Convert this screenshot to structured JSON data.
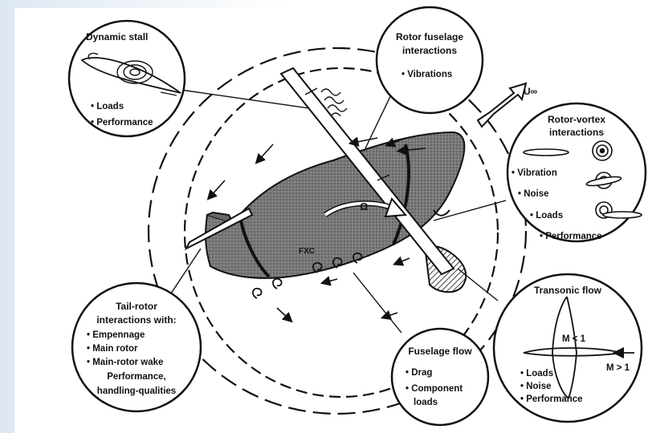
{
  "free_stream_label": "U∞",
  "rotation_label": "Ω",
  "fuselage_label": "FXC",
  "callouts": {
    "dynamic_stall": {
      "title": "Dynamic stall",
      "items": [
        "• Loads",
        "• Performance"
      ]
    },
    "rotor_fuselage": {
      "title_lines": [
        "Rotor fuselage",
        "interactions"
      ],
      "items": [
        "• Vibrations"
      ]
    },
    "rotor_vortex": {
      "title_lines": [
        "Rotor-vortex",
        "interactions"
      ],
      "items": [
        "• Vibration",
        "• Noise",
        "• Loads",
        "• Performance"
      ]
    },
    "transonic": {
      "title": "Transonic flow",
      "mach_subsonic": "M < 1",
      "mach_supersonic": "M > 1",
      "items": [
        "• Loads",
        "• Noise",
        "• Performance"
      ]
    },
    "fuselage_flow": {
      "title": "Fuselage flow",
      "items": [
        "• Drag",
        "• Component",
        "loads"
      ]
    },
    "tail_rotor": {
      "title_lines": [
        "Tail-rotor",
        "interactions with:"
      ],
      "items": [
        "• Empennage",
        "• Main rotor",
        "• Main-rotor wake"
      ],
      "footer_lines": [
        "Performance,",
        "handling-qualities"
      ]
    }
  }
}
